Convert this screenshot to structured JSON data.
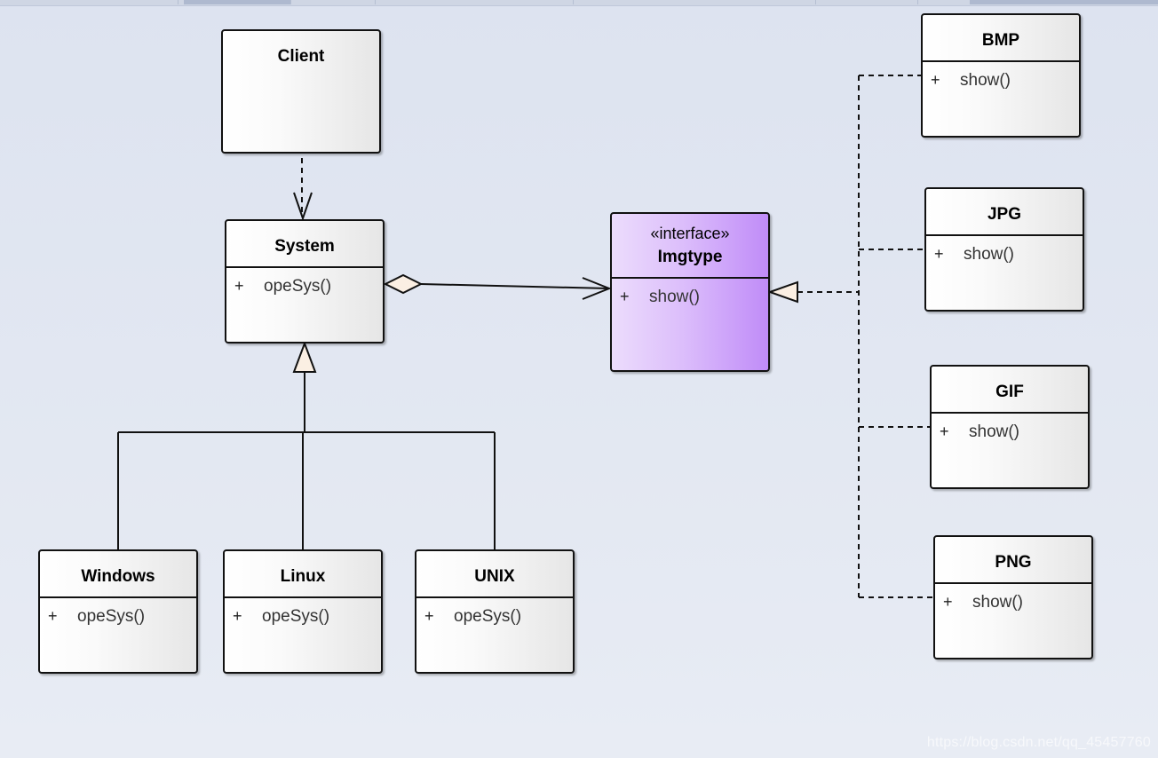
{
  "classes": {
    "client": {
      "name": "Client"
    },
    "system": {
      "name": "System",
      "op_visibility": "+",
      "op": "opeSys()"
    },
    "windows": {
      "name": "Windows",
      "op_visibility": "+",
      "op": "opeSys()"
    },
    "linux": {
      "name": "Linux",
      "op_visibility": "+",
      "op": "opeSys()"
    },
    "unix": {
      "name": "UNIX",
      "op_visibility": "+",
      "op": "opeSys()"
    },
    "imgtype": {
      "stereotype": "«interface»",
      "name": "Imgtype",
      "op_visibility": "+",
      "op": "show()"
    },
    "bmp": {
      "name": "BMP",
      "op_visibility": "+",
      "op": "show()"
    },
    "jpg": {
      "name": "JPG",
      "op_visibility": "+",
      "op": "show()"
    },
    "gif": {
      "name": "GIF",
      "op_visibility": "+",
      "op": "show()"
    },
    "png": {
      "name": "PNG",
      "op_visibility": "+",
      "op": "show()"
    }
  },
  "relationships": [
    {
      "type": "dependency",
      "from": "Client",
      "to": "System"
    },
    {
      "type": "aggregation",
      "from": "System",
      "to": "Imgtype"
    },
    {
      "type": "generalization",
      "from": "Windows",
      "to": "System"
    },
    {
      "type": "generalization",
      "from": "Linux",
      "to": "System"
    },
    {
      "type": "generalization",
      "from": "UNIX",
      "to": "System"
    },
    {
      "type": "realization",
      "from": "BMP",
      "to": "Imgtype"
    },
    {
      "type": "realization",
      "from": "JPG",
      "to": "Imgtype"
    },
    {
      "type": "realization",
      "from": "GIF",
      "to": "Imgtype"
    },
    {
      "type": "realization",
      "from": "PNG",
      "to": "Imgtype"
    }
  ],
  "colors": {
    "interface_fill": "#c08cf8",
    "class_fill": "#ffffff",
    "arrowhead_fill": "#fbefe3",
    "line": "#111111"
  },
  "watermark": "https://blog.csdn.net/qq_45457760"
}
